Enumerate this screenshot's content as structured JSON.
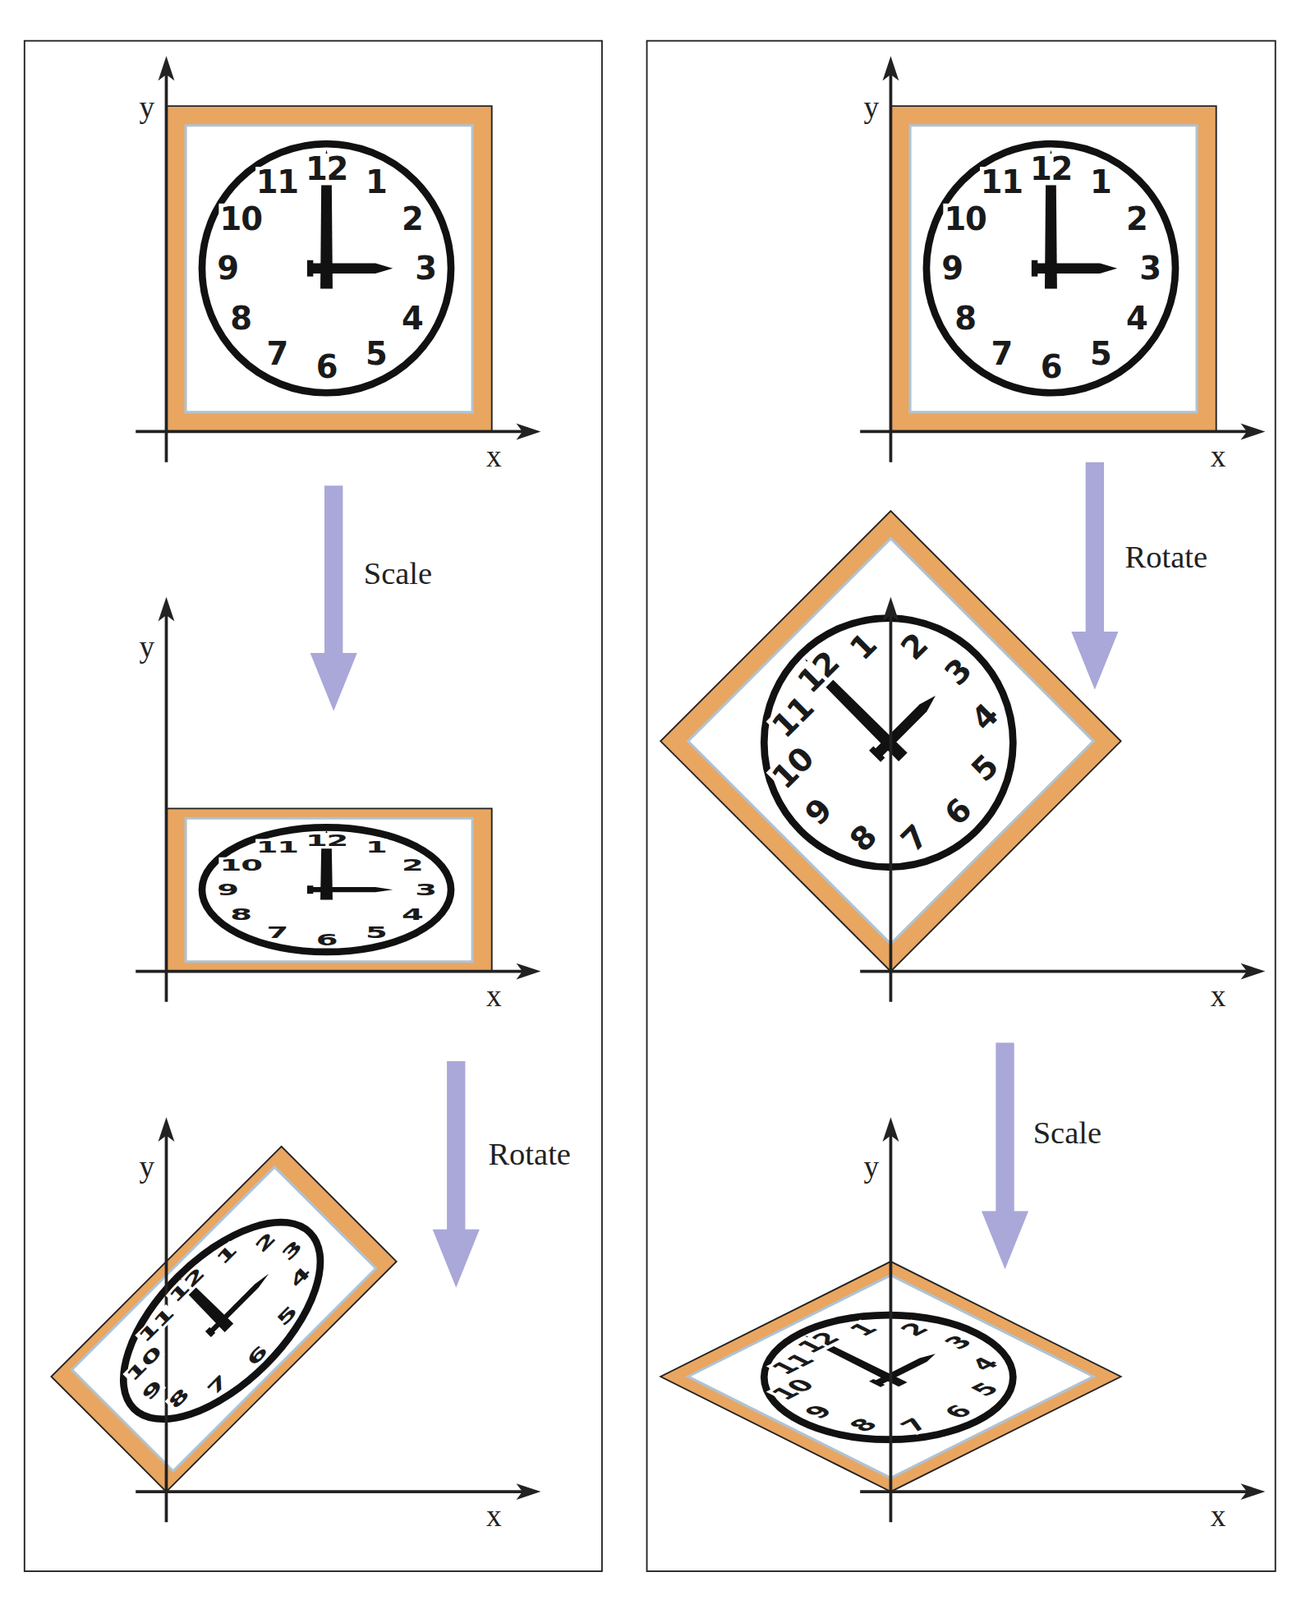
{
  "diagram": {
    "labels": [
      "y",
      "12",
      "1",
      "2",
      "3",
      "4",
      "5",
      "6",
      "7",
      "8",
      "9",
      "10",
      "11",
      "x",
      "Scale",
      "y",
      "12",
      "1",
      "2",
      "3",
      "4",
      "5",
      "6",
      "7",
      "8",
      "9",
      "10",
      "11",
      "x",
      "Rotate",
      "y",
      "12",
      "1",
      "2",
      "3",
      "4",
      "5",
      "6",
      "7",
      "8",
      "9",
      "10",
      "11",
      "x",
      "y",
      "12",
      "1",
      "2",
      "3",
      "4",
      "5",
      "6",
      "7",
      "8",
      "9",
      "10",
      "11",
      "x",
      "Rotate",
      "12",
      "1",
      "2",
      "3",
      "4",
      "5",
      "6",
      "7",
      "8",
      "9",
      "10",
      "11",
      "x",
      "Scale",
      "y",
      "12",
      "1",
      "2",
      "3",
      "4",
      "5",
      "6",
      "7",
      "8",
      "9",
      "10",
      "11",
      "x"
    ]
  }
}
